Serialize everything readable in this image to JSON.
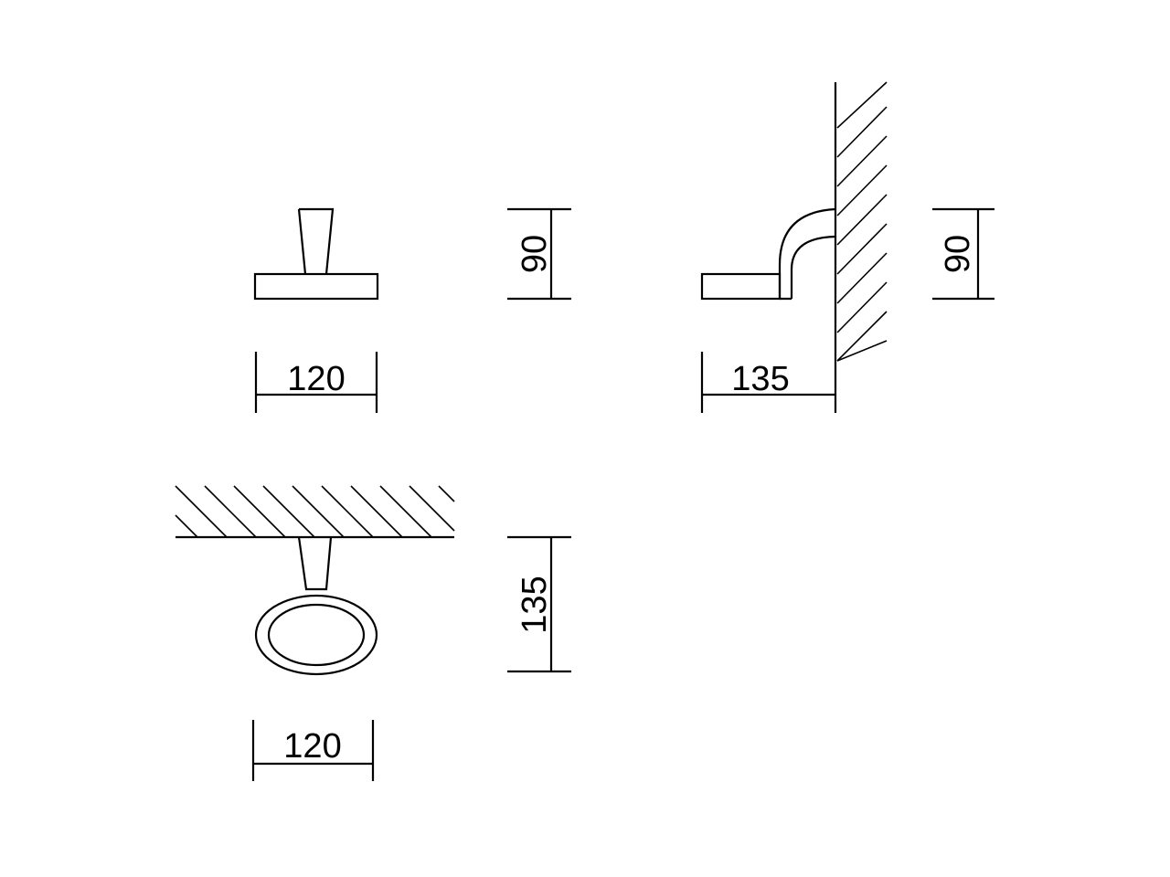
{
  "views": {
    "front": {
      "width_label": "120",
      "height_label": "90"
    },
    "side": {
      "depth_label": "135",
      "height_label": "90"
    },
    "top": {
      "width_label": "120",
      "depth_label": "135"
    }
  },
  "colors": {
    "line": "#000000",
    "background": "#ffffff"
  }
}
